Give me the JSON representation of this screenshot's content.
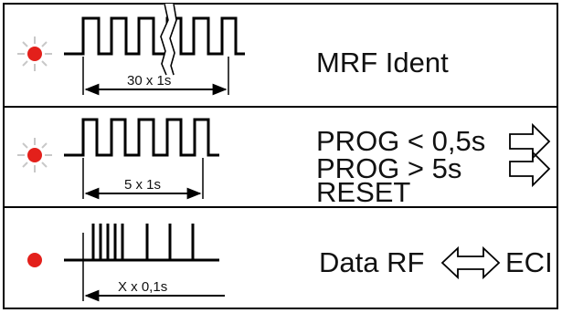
{
  "rows": [
    {
      "led": "blinking",
      "pulse_pattern": "regular",
      "duration_label": "30 x 1s",
      "lines": [
        "MRF Ident"
      ],
      "break_mark": true
    },
    {
      "led": "blinking",
      "pulse_pattern": "regular",
      "duration_label": "5 x 1s",
      "lines": [
        "PROG < 0,5s",
        "PROG > 5s",
        "RESET"
      ],
      "arrows": [
        "right-arrow",
        "right-arrow"
      ]
    },
    {
      "led": "steady",
      "pulse_pattern": "spikes",
      "duration_label": "X x 0,1s",
      "lines": [
        "Data RF",
        "ECI"
      ],
      "arrows": [
        "double-arrow"
      ]
    }
  ],
  "colors": {
    "led": "#e3201b",
    "led_glow": "#c8c8c8",
    "stroke": "#000000"
  }
}
